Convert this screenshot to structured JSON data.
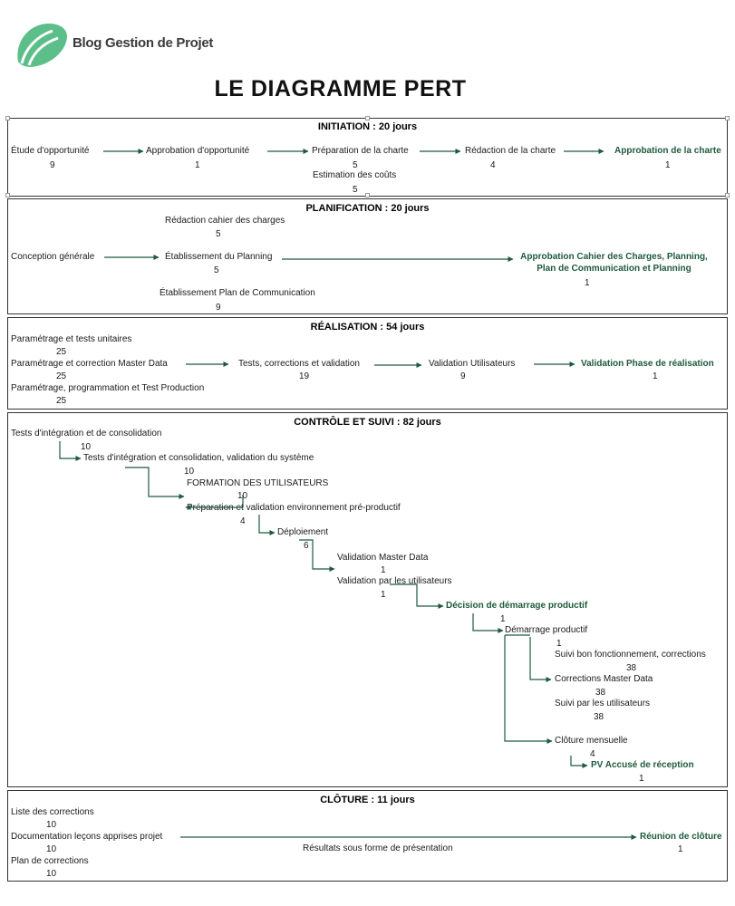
{
  "brand": "Blog Gestion de Projet",
  "title": "LE DIAGRAMME PERT",
  "colors": {
    "accent": "#1e5a3c",
    "logo": "#5cbf8a"
  },
  "initiation": {
    "header": "INITIATION : 20 jours",
    "items": [
      {
        "label": "Étude d'opportunité",
        "value": "9"
      },
      {
        "label": "Approbation d'opportunité",
        "value": "1"
      },
      {
        "label": "Préparation de la charte",
        "value": "5"
      },
      {
        "label": "Rédaction de la charte",
        "value": "4"
      },
      {
        "label": "Approbation de la charte",
        "value": "1"
      },
      {
        "label": "Estimation des coûts",
        "value": "5"
      }
    ]
  },
  "planification": {
    "header": "PLANIFICATION : 20 jours",
    "items": [
      {
        "label": "Rédaction cahier des charges",
        "value": "5"
      },
      {
        "label": "Conception générale",
        "value": ""
      },
      {
        "label": "Établissement du Planning",
        "value": "5"
      },
      {
        "label": "Établissement Plan de Communication",
        "value": "9"
      }
    ],
    "final_line1": "Approbation Cahier des Charges, Planning,",
    "final_line2": "Plan de Communication et Planning",
    "final_value": "1"
  },
  "realisation": {
    "header": "RÉALISATION : 54 jours",
    "items": [
      {
        "label": "Paramétrage et tests unitaires",
        "value": "25"
      },
      {
        "label": "Paramétrage et correction Master Data",
        "value": "25"
      },
      {
        "label": "Paramétrage, programmation et Test Production",
        "value": "25"
      },
      {
        "label": "Tests, corrections et validation",
        "value": "19"
      },
      {
        "label": "Validation Utilisateurs",
        "value": "9"
      },
      {
        "label": "Validation Phase de réalisation",
        "value": "1"
      }
    ]
  },
  "controle": {
    "header": "CONTRÔLE ET SUIVI : 82 jours",
    "items": [
      {
        "label": "Tests d'intégration et de consolidation",
        "value": "10"
      },
      {
        "label": "Tests d'intégration et consolidation, validation du système",
        "value": "10"
      },
      {
        "label": "FORMATION DES UTILISATEURS",
        "value": "10"
      },
      {
        "label": "Préparation et validation environnement pré-productif",
        "value": "4"
      },
      {
        "label": "Déploiement",
        "value": "6"
      },
      {
        "label": "Validation Master Data",
        "value": "1"
      },
      {
        "label": "Validation par les utilisateurs",
        "value": "1"
      },
      {
        "label": "Décision de démarrage productif",
        "value": "1"
      },
      {
        "label": "Démarrage productif",
        "value": "1"
      },
      {
        "label": "Suivi bon fonctionnement, corrections",
        "value": "38"
      },
      {
        "label": "Corrections Master Data",
        "value": "38"
      },
      {
        "label": "Suivi par les utilisateurs",
        "value": "38"
      },
      {
        "label": "Clôture mensuelle",
        "value": "4"
      },
      {
        "label": "PV Accusé de réception",
        "value": "1"
      }
    ]
  },
  "cloture": {
    "header": "CLÔTURE : 11 jours",
    "items": [
      {
        "label": "Liste des corrections",
        "value": "10"
      },
      {
        "label": "Documentation leçons apprises projet",
        "value": "10"
      },
      {
        "label": "Plan de corrections",
        "value": "10"
      },
      {
        "label": "Résultats sous forme de présentation",
        "value": ""
      },
      {
        "label": "Réunion de clôture",
        "value": "1"
      }
    ]
  }
}
